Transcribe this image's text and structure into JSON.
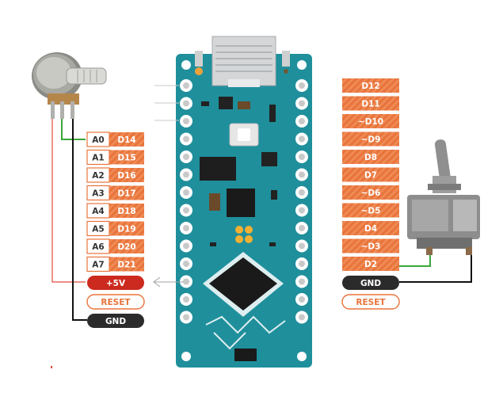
{
  "left_pins": [
    {
      "analog": "A0",
      "digital": "D14"
    },
    {
      "analog": "A1",
      "digital": "D15"
    },
    {
      "analog": "A2",
      "digital": "D16"
    },
    {
      "analog": "A3",
      "digital": "D17"
    },
    {
      "analog": "A4",
      "digital": "D18"
    },
    {
      "analog": "A5",
      "digital": "D19"
    },
    {
      "analog": "A6",
      "digital": "D20"
    },
    {
      "analog": "A7",
      "digital": "D21"
    }
  ],
  "left_power": {
    "plus5v": "+5V",
    "reset": "RESET",
    "gnd": "GND"
  },
  "right_pins": [
    "D12",
    "D11",
    "~D10",
    "~D9",
    "D8",
    "D7",
    "~D6",
    "~D5",
    "D4",
    "~D3",
    "D2"
  ],
  "right_power": {
    "gnd": "GND",
    "reset": "RESET"
  },
  "colors": {
    "pin_label": "#e8743b",
    "label_border": "#e8743b",
    "board": "#1f8f9c",
    "power_red": "#cc2a1e",
    "gnd_dark": "#2b2b2b",
    "wire_green": "#3aa63a",
    "wire_red": "#e04a3a",
    "wire_black": "#111111"
  },
  "components": {
    "potentiometer": "potentiometer-icon",
    "toggle_switch": "toggle-switch-icon",
    "board": "arduino-nano-every-board"
  }
}
